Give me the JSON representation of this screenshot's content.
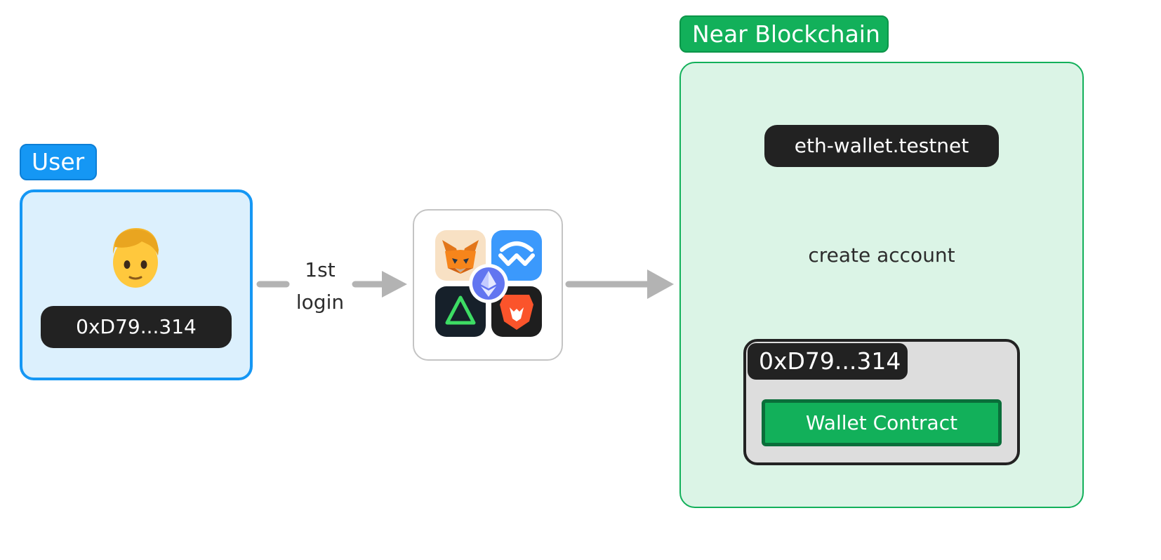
{
  "user": {
    "tag": "User",
    "address": "0xD79...314",
    "avatar_icon": "person-blond-hair-icon"
  },
  "flow": {
    "login_line1": "1st",
    "login_line2": "login"
  },
  "wallets": {
    "icons": [
      "metamask-fox-icon",
      "walletconnect-icon",
      "wallet-triangle-icon",
      "brave-lion-icon",
      "ethereum-icon"
    ]
  },
  "near": {
    "tag": "Near Blockchain",
    "account": "eth-wallet.testnet",
    "action": "create account",
    "contract_address": "0xD79...314",
    "contract_label": "Wallet Contract"
  },
  "colors": {
    "user_blue": "#1597f4",
    "user_bg": "#dcf0fd",
    "near_green": "#12b05a",
    "near_bg": "#dbf4e6",
    "arrow_gray": "#b3b3b3",
    "pill_dark": "#222222"
  }
}
